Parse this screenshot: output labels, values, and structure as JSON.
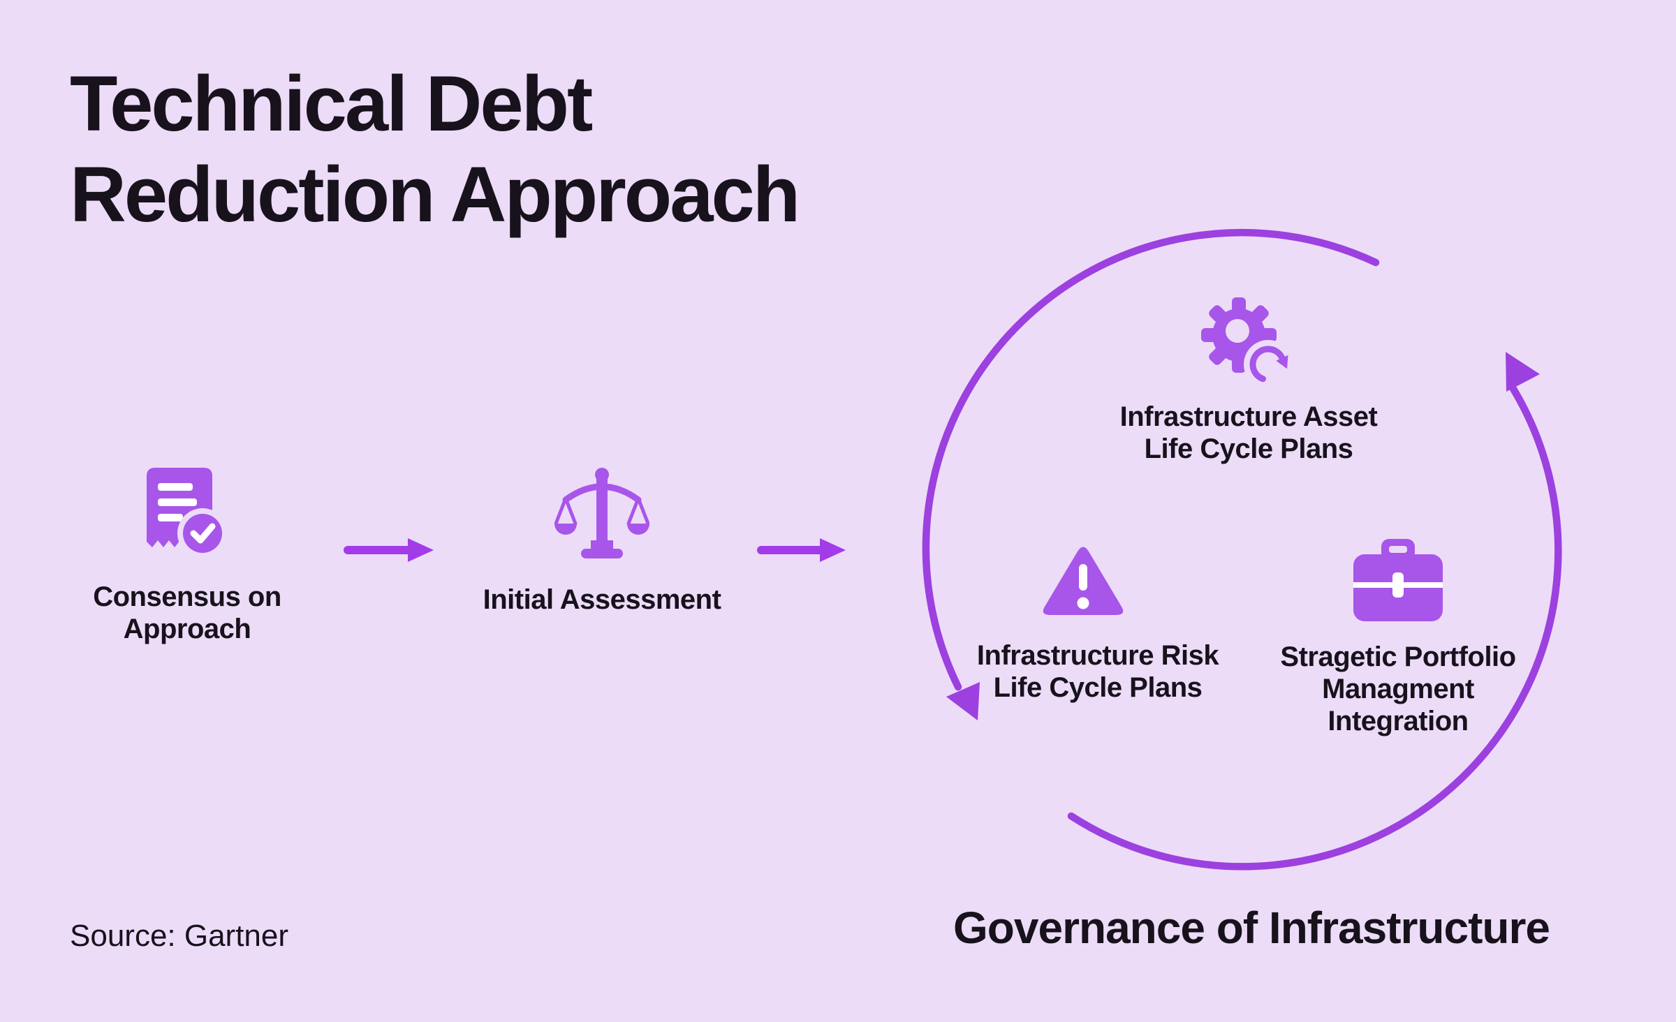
{
  "title": {
    "line1": "Technical Debt",
    "line2": "Reduction Approach"
  },
  "flow": {
    "step1": {
      "icon": "document-check-icon",
      "line1": "Consensus on",
      "line2": "Approach"
    },
    "step2": {
      "icon": "scales-icon",
      "label": "Initial Assessment"
    }
  },
  "cycle": {
    "caption": "Governance of Infrastructure",
    "items": [
      {
        "icon": "gear-refresh-icon",
        "line1": "Infrastructure Asset",
        "line2": "Life Cycle Plans"
      },
      {
        "icon": "warning-icon",
        "line1": "Infrastructure Risk",
        "line2": "Life Cycle Plans"
      },
      {
        "icon": "briefcase-icon",
        "line1": "Stragetic Portfolio",
        "line2": "Managment",
        "line3": "Integration"
      }
    ]
  },
  "footer": {
    "source": "Source: Gartner"
  },
  "colors": {
    "background": "#ecdcf7",
    "icon_purple": "#a855ea",
    "flow_arrow_purple": "#a23ce8",
    "cycle_arc_purple": "#9c40df",
    "text_dark": "#17121c",
    "icon_detail_white": "#ffffff"
  }
}
